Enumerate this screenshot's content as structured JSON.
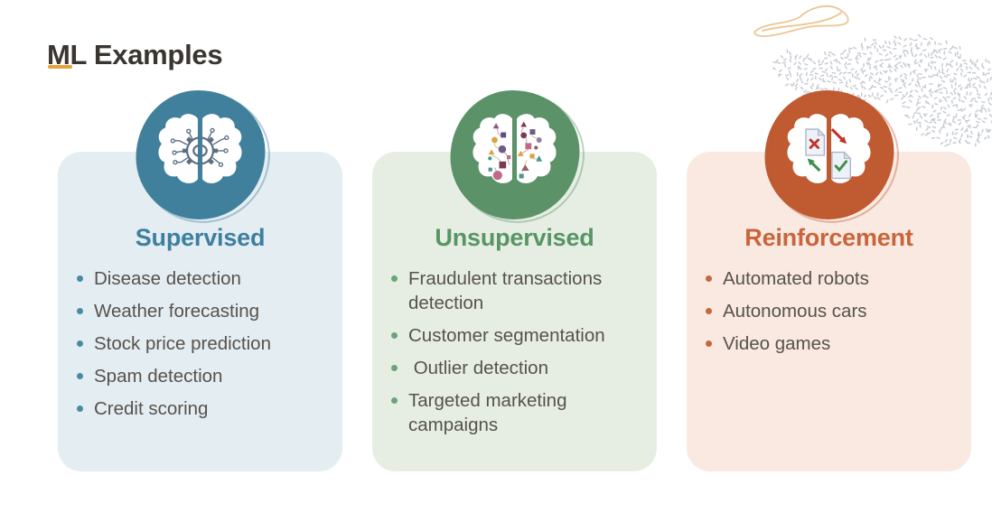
{
  "slide": {
    "title": "ML Examples",
    "colors": {
      "background": "#ffffff",
      "title_text": "#3a3530",
      "title_underline": "#e5a33c",
      "body_text": "#57524c"
    }
  },
  "decorations": {
    "wave_color": "#ebc694",
    "stipple_color": "#c8ccd3"
  },
  "cards": [
    {
      "id": "supervised",
      "heading": "Supervised",
      "icon": "brain-gear-icon",
      "accent_color": "#3e7fa0",
      "circle_color": "#41809c",
      "background_color": "#e4edf2",
      "bullet_color": "#4a89a8",
      "items": [
        "Disease detection",
        "Weather forecasting",
        "Stock price prediction",
        "Spam detection",
        "Credit scoring"
      ]
    },
    {
      "id": "unsupervised",
      "heading": "Unsupervised",
      "icon": "brain-clusters-icon",
      "accent_color": "#579564",
      "circle_color": "#5b9268",
      "background_color": "#e6eee4",
      "bullet_color": "#6aa578",
      "items": [
        "Fraudulent transactions detection",
        "Customer segmentation",
        " Outlier detection",
        "Targeted marketing campaigns"
      ]
    },
    {
      "id": "reinforcement",
      "heading": "Reinforcement",
      "icon": "brain-feedback-icon",
      "accent_color": "#c8653c",
      "circle_color": "#bf5a31",
      "background_color": "#f9e9e1",
      "bullet_color": "#c3693f",
      "items": [
        "Automated robots",
        "Autonomous cars",
        "Video games"
      ]
    }
  ]
}
